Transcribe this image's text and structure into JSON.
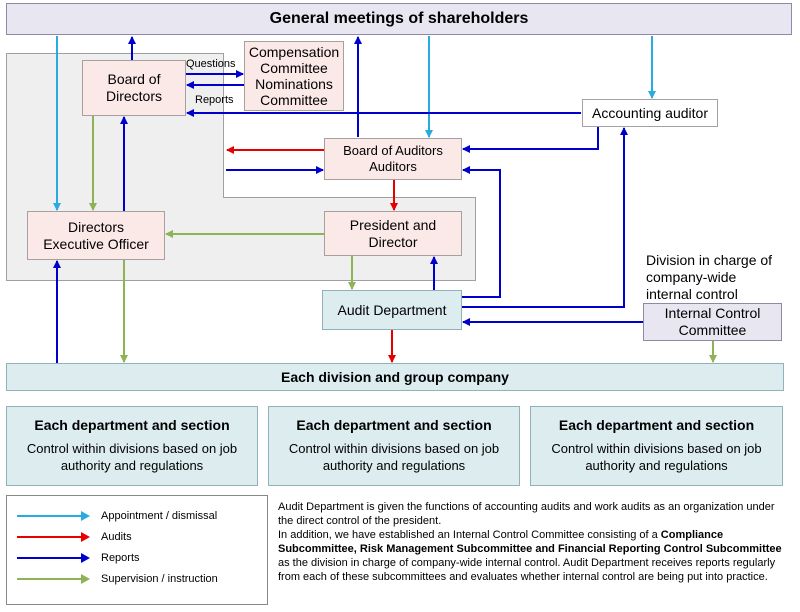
{
  "colors": {
    "appointment": "#29abe2",
    "audits": "#e60000",
    "reports": "#0000cc",
    "supervision": "#8db356"
  },
  "boxes": {
    "gms": "General meetings of shareholders",
    "bod_line1": "Board of",
    "bod_line2": "Directors",
    "comp_line1": "Compensation",
    "comp_line2": "Committee",
    "comp_line3": "Nominations",
    "comp_line4": "Committee",
    "acc_auditor": "Accounting auditor",
    "boa_line1": "Board of Auditors",
    "boa_line2": "Auditors",
    "deo_line1": "Directors",
    "deo_line2": "Executive Officer",
    "pres_line1": "President and",
    "pres_line2": "Director",
    "audit_dept": "Audit Department",
    "icc_line1": "Internal Control",
    "icc_line2": "Committee",
    "division_label_1": "Division in charge of",
    "division_label_2": "company-wide",
    "division_label_3": "internal control",
    "each_division": "Each division and group company"
  },
  "arrow_labels": {
    "questions": "Questions",
    "reports": "Reports"
  },
  "departments": [
    {
      "title": "Each department and section",
      "desc_line1": "Control within divisions based on job",
      "desc_line2": "authority and regulations"
    },
    {
      "title": "Each department and section",
      "desc_line1": "Control within divisions based on job",
      "desc_line2": "authority and regulations"
    },
    {
      "title": "Each department and section",
      "desc_line1": "Control within divisions based on job",
      "desc_line2": "authority and regulations"
    }
  ],
  "legend": [
    {
      "label": "Appointment  / dismissal"
    },
    {
      "label": "Audits"
    },
    {
      "label": "Reports"
    },
    {
      "label": "Supervision  /  instruction"
    }
  ],
  "note": {
    "p1": "Audit Department  is given the functions of accounting audits and work audits as an organization  under the direct control of the president.",
    "p2a": "In addition,  we have established  an Internal Control Committee  consisting of a ",
    "p2b": "Compliance Subcommittee, Risk Management Subcommittee and Financial Reporting Control Subcommittee",
    "p2c": "  as the division  in charge of company-wide  internal control. Audit Department  receives reports regularly from each of these subcommittees and evaluates  whether  internal control are being put into practice."
  }
}
